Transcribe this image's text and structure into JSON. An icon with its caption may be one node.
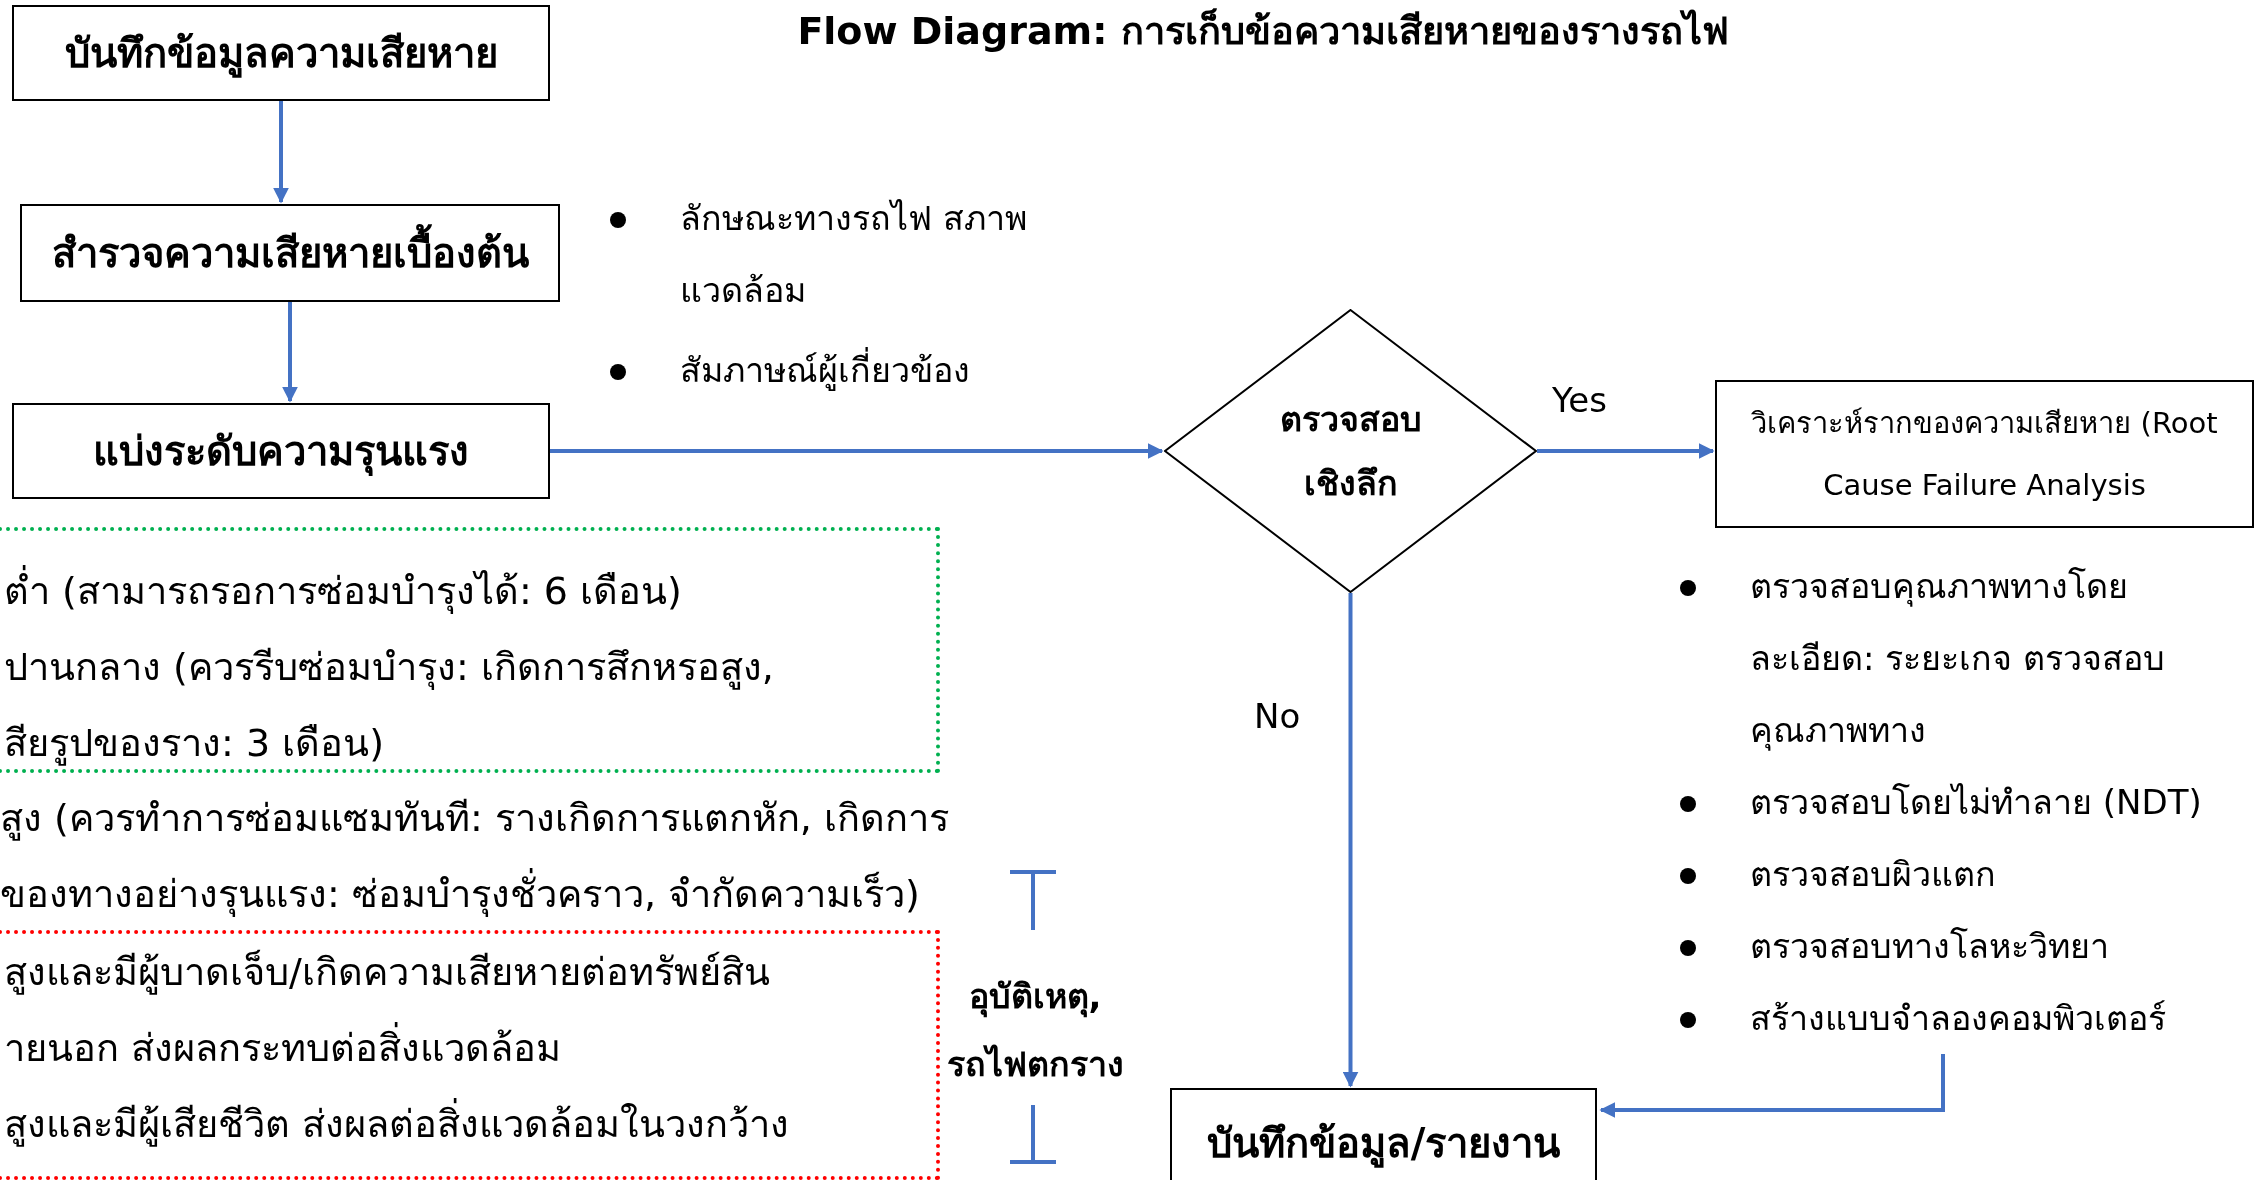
{
  "diagram": {
    "title": "Flow Diagram: การเก็บข้อความเสียหายของรางรถไฟ",
    "nodes": [
      {
        "text": [
          "บันทึกข้อมูลความเสียหาย"
        ]
      },
      {
        "text": [
          "สำรวจความเสียหายเบื้องต้น"
        ]
      },
      {
        "text": [
          "แบ่งระดับความรุนแรง"
        ]
      },
      {
        "text": [
          "ตรวจสอบเชิงลึก"
        ]
      },
      {
        "text": [
          "วิเคราะห์รากของความเสียหาย (Root Cause Failure Analysis"
        ]
      },
      {
        "text": [
          "ตรวจสอบคุณภาพทางโดยละเอียด: ระยะเกจ ตรวจสอบคุณภาพทาง",
          "ตรวจสอบโดยไม่ทำลาย (NDT)",
          "ตรวจสอบผิวแตก",
          "ตรวจสอบทางโลหะวิทยา",
          "สร้างแบบจำลองคอมพิวเตอร์"
        ]
      },
      {
        "text": [
          "บันทึกข้อมูล/รายงาน"
        ]
      },
      {
        "text": [
          "ต่ำ (สามารถรอการซ่อมบำรุงได้: 6 เดือน)",
          "ปานกลาง (ควรรีบซ่อมบำรุง: เกิดการสึกหรอสูง, สียรูปของราง: 3 เดือน)"
        ]
      },
      {
        "text": [
          "สูงและมีผู้บาดเจ็บ/เกิดความเสียหายต่อทรัพย์สิน ายนอก ส่งผลกระทบต่อสิ่งแวดล้อม",
          "สูงและมีผู้เสียชีวิต ส่งผลต่อสิ่งแวดล้อมในวงกว้าง"
        ]
      }
    ],
    "edges": [
      {
        "from": 0,
        "to": 1,
        "arrow": "to"
      },
      {
        "from": 1,
        "to": 2,
        "arrow": "to"
      },
      {
        "from": 2,
        "to": 3,
        "arrow": "to"
      },
      {
        "from": 3,
        "to": 4,
        "arrow": "to",
        "label": "Yes"
      },
      {
        "from": 3,
        "to": 6,
        "arrow": "to",
        "label": "No"
      },
      {
        "from": 5,
        "to": 6,
        "arrow": "to"
      }
    ],
    "labels": [
      "ลักษณะทางรถไฟ สภาพแวดล้อม",
      "สัมภาษณ์ผู้เกี่ยวข้อง",
      "สูง (ควรทำการซ่อมแซมทันที: รางเกิดการแตกหัก, เกิดการ ของทางอย่างรุนแรง: ซ่อมบำรุงชั่วคราว, จำกัดความเร็ว)",
      "อุบัติเหตุ, รถไฟตกราง"
    ]
  }
}
